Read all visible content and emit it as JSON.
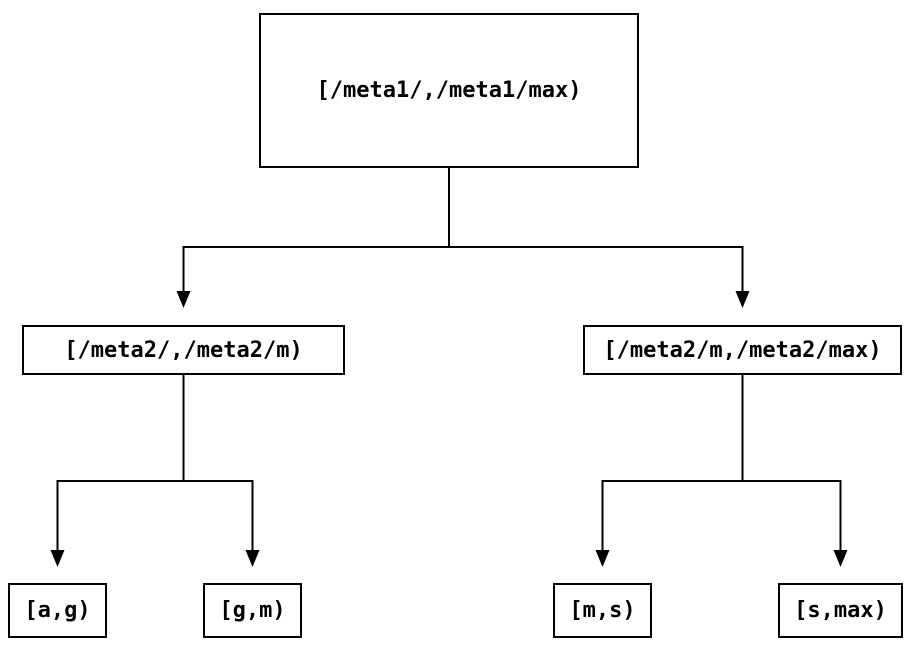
{
  "diagram": {
    "type": "tree",
    "background_color": "#ffffff",
    "line_color": "#000000",
    "text_color": "#000000",
    "nodes": {
      "root": {
        "label": "[/meta1/,/meta1/max)"
      },
      "left_child": {
        "label": "[/meta2/,/meta2/m)"
      },
      "right_child": {
        "label": "[/meta2/m,/meta2/max)"
      },
      "leaf_ag": {
        "label": "[a,g)"
      },
      "leaf_gm": {
        "label": "[g,m)"
      },
      "leaf_ms": {
        "label": "[m,s)"
      },
      "leaf_smax": {
        "label": "[s,max)"
      }
    },
    "edges": [
      {
        "from": "root",
        "to": "left_child"
      },
      {
        "from": "root",
        "to": "right_child"
      },
      {
        "from": "left_child",
        "to": "leaf_ag"
      },
      {
        "from": "left_child",
        "to": "leaf_gm"
      },
      {
        "from": "right_child",
        "to": "leaf_ms"
      },
      {
        "from": "right_child",
        "to": "leaf_smax"
      }
    ]
  }
}
